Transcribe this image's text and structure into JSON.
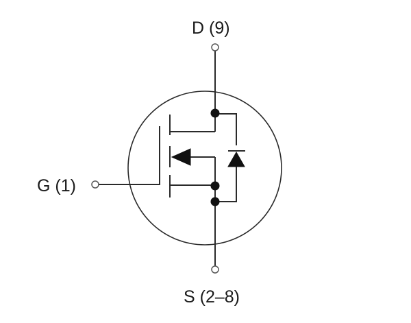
{
  "diagram": {
    "terminals": {
      "drain": {
        "label": "D (9)"
      },
      "gate": {
        "label": "G (1)"
      },
      "source": {
        "label": "S (2–8)"
      }
    },
    "colors": {
      "line": "#2a2a2a",
      "fill": "#111111",
      "background": "#ffffff"
    }
  }
}
